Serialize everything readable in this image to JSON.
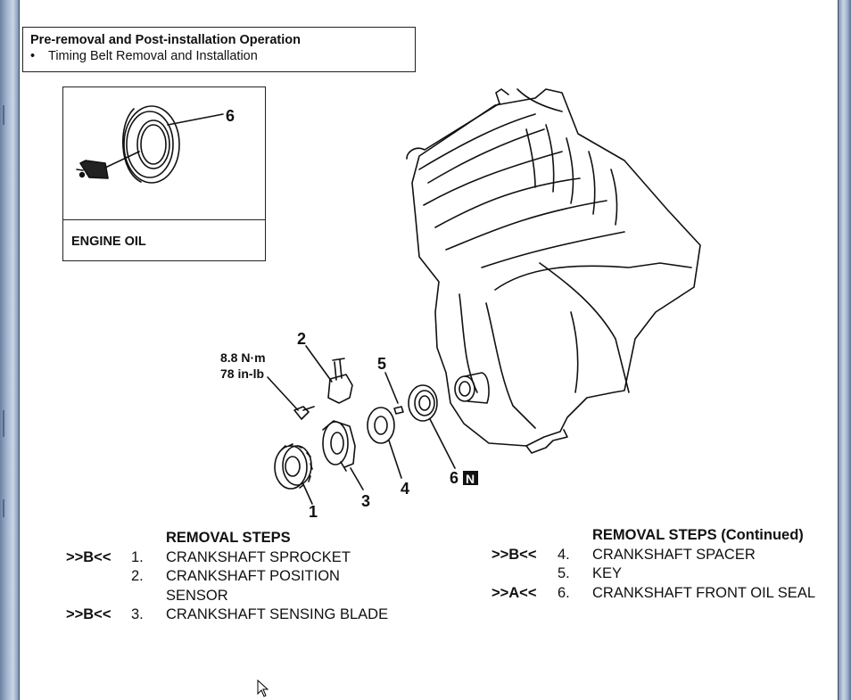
{
  "note": {
    "title": "Pre-removal and Post-installation Operation",
    "item_bullet": "•",
    "item": "Timing Belt Removal and Installation"
  },
  "inset": {
    "callout": "6",
    "label": "ENGINE OIL"
  },
  "diagram": {
    "callouts": [
      "1",
      "2",
      "3",
      "4",
      "5",
      "6"
    ],
    "new_part_badge": "N",
    "torque_nm": "8.8 N·m",
    "torque_inlb": "78 in-lb"
  },
  "steps_left": {
    "header": "REMOVAL STEPS",
    "rows": [
      {
        "code": ">>B<<",
        "num": "1.",
        "text": "CRANKSHAFT SPROCKET"
      },
      {
        "code": "",
        "num": "2.",
        "text": "CRANKSHAFT POSITION"
      },
      {
        "code": "",
        "num": "",
        "text": "SENSOR"
      },
      {
        "code": ">>B<<",
        "num": "3.",
        "text": "CRANKSHAFT SENSING BLADE"
      }
    ]
  },
  "steps_right": {
    "header": "REMOVAL STEPS (Continued)",
    "rows": [
      {
        "code": ">>B<<",
        "num": "4.",
        "text": "CRANKSHAFT SPACER"
      },
      {
        "code": "",
        "num": "5.",
        "text": "KEY"
      },
      {
        "code": ">>A<<",
        "num": "6.",
        "text": "CRANKSHAFT FRONT OIL SEAL"
      }
    ]
  }
}
